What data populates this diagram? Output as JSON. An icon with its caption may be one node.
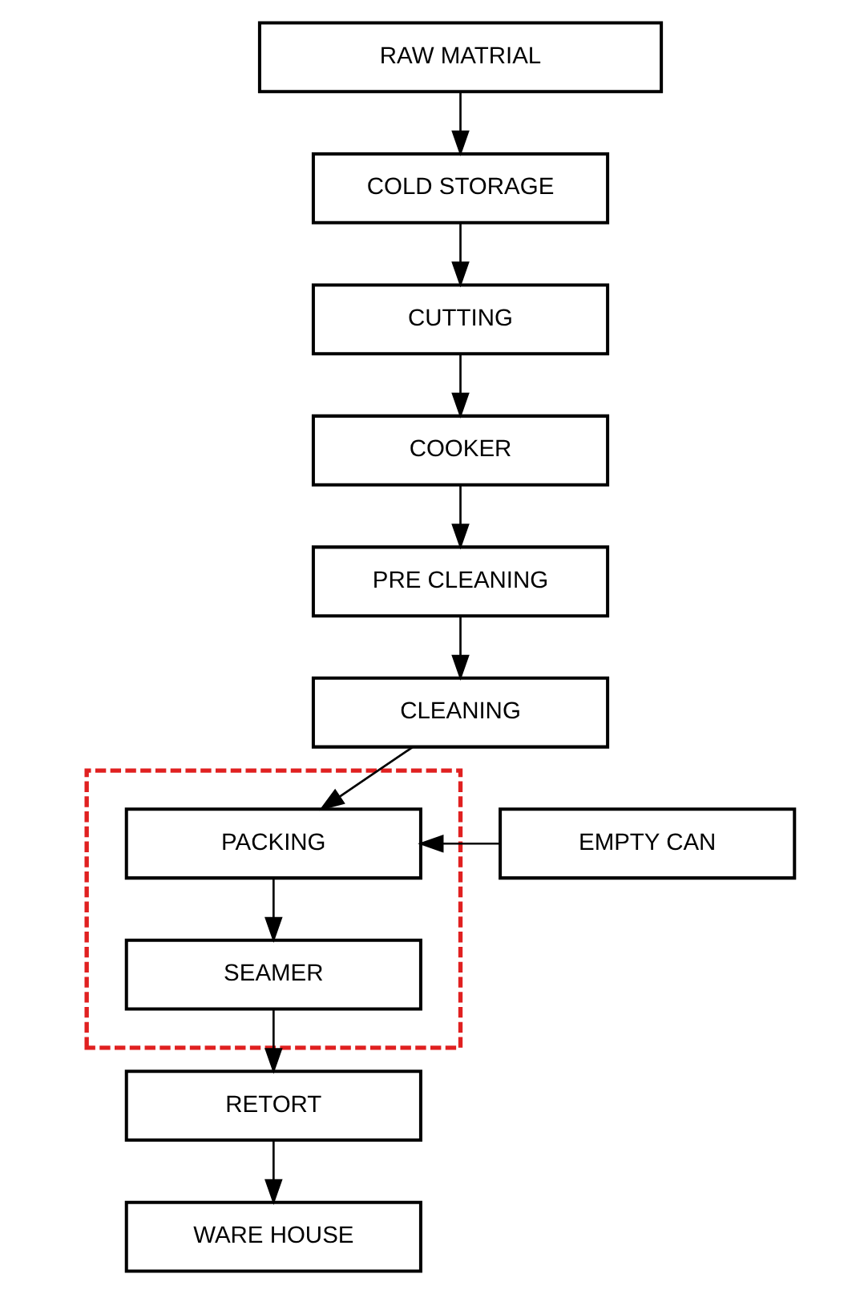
{
  "diagram": {
    "nodes": [
      {
        "text": [
          "RAW MATRIAL"
        ]
      },
      {
        "text": [
          "COLD STORAGE"
        ]
      },
      {
        "text": [
          "CUTTING"
        ]
      },
      {
        "text": [
          "COOKER"
        ]
      },
      {
        "text": [
          "PRE CLEANING"
        ]
      },
      {
        "text": [
          "CLEANING"
        ]
      },
      {
        "text": [],
        "shape": "box"
      },
      {
        "text": [
          "PACKING"
        ],
        "in": 6
      },
      {
        "text": [
          "EMPTY CAN"
        ]
      },
      {
        "text": [
          "SEAMER"
        ],
        "in": 6
      },
      {
        "text": [
          "RETORT"
        ]
      },
      {
        "text": [
          "WARE HOUSE"
        ]
      }
    ],
    "edges": [
      {
        "from": 0,
        "to": 1,
        "arrow": "to"
      },
      {
        "from": 1,
        "to": 2,
        "arrow": "to"
      },
      {
        "from": 2,
        "to": 3,
        "arrow": "to"
      },
      {
        "from": 3,
        "to": 4,
        "arrow": "to"
      },
      {
        "from": 4,
        "to": 5,
        "arrow": "to"
      },
      {
        "from": 5,
        "to": 7,
        "arrow": "to"
      },
      {
        "from": 8,
        "to": 7,
        "arrow": "to"
      },
      {
        "from": 7,
        "to": 9,
        "arrow": "to"
      },
      {
        "from": 9,
        "to": 10,
        "arrow": "to"
      },
      {
        "from": 10,
        "to": 11,
        "arrow": "to"
      }
    ]
  }
}
